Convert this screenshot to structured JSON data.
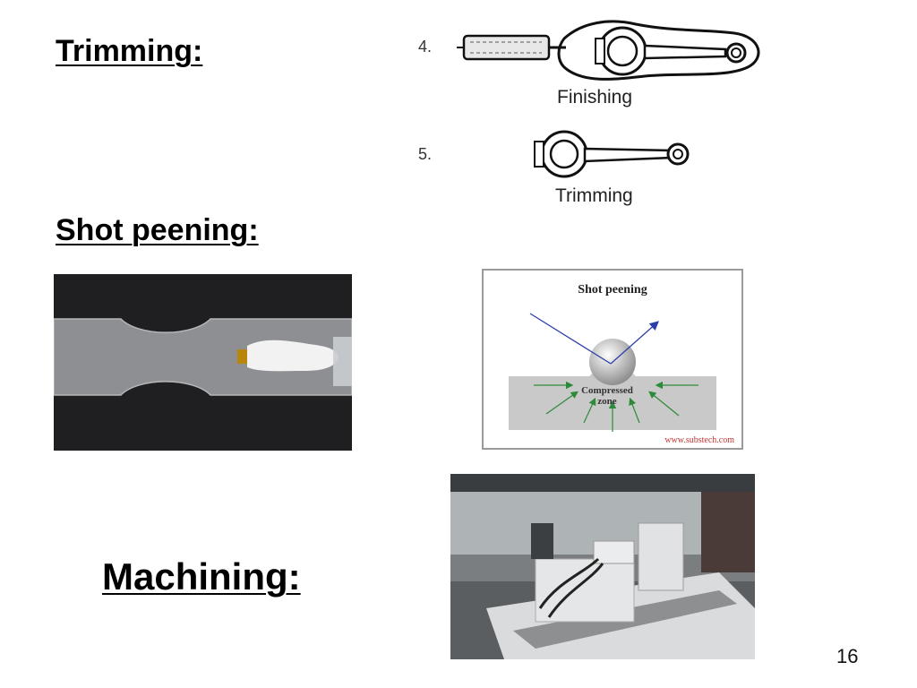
{
  "slide": {
    "headings": {
      "trimming": "Trimming:",
      "shot_peening": "Shot peening:",
      "machining": "Machining:"
    },
    "forging_steps": [
      {
        "number": "4.",
        "caption": "Finishing"
      },
      {
        "number": "5.",
        "caption": "Trimming"
      }
    ],
    "diagram": {
      "title": "Shot peening",
      "zone_label_1": "Compressed",
      "zone_label_2": "zone",
      "source": "www.substech.com"
    },
    "page_number": "16"
  },
  "colors": {
    "background": "#ffffff",
    "heading_text": "#000000",
    "diagram_arrow_blue": "#2a3fa8",
    "diagram_arrow_green": "#2d8a3a",
    "diagram_url_red": "#c03535"
  }
}
